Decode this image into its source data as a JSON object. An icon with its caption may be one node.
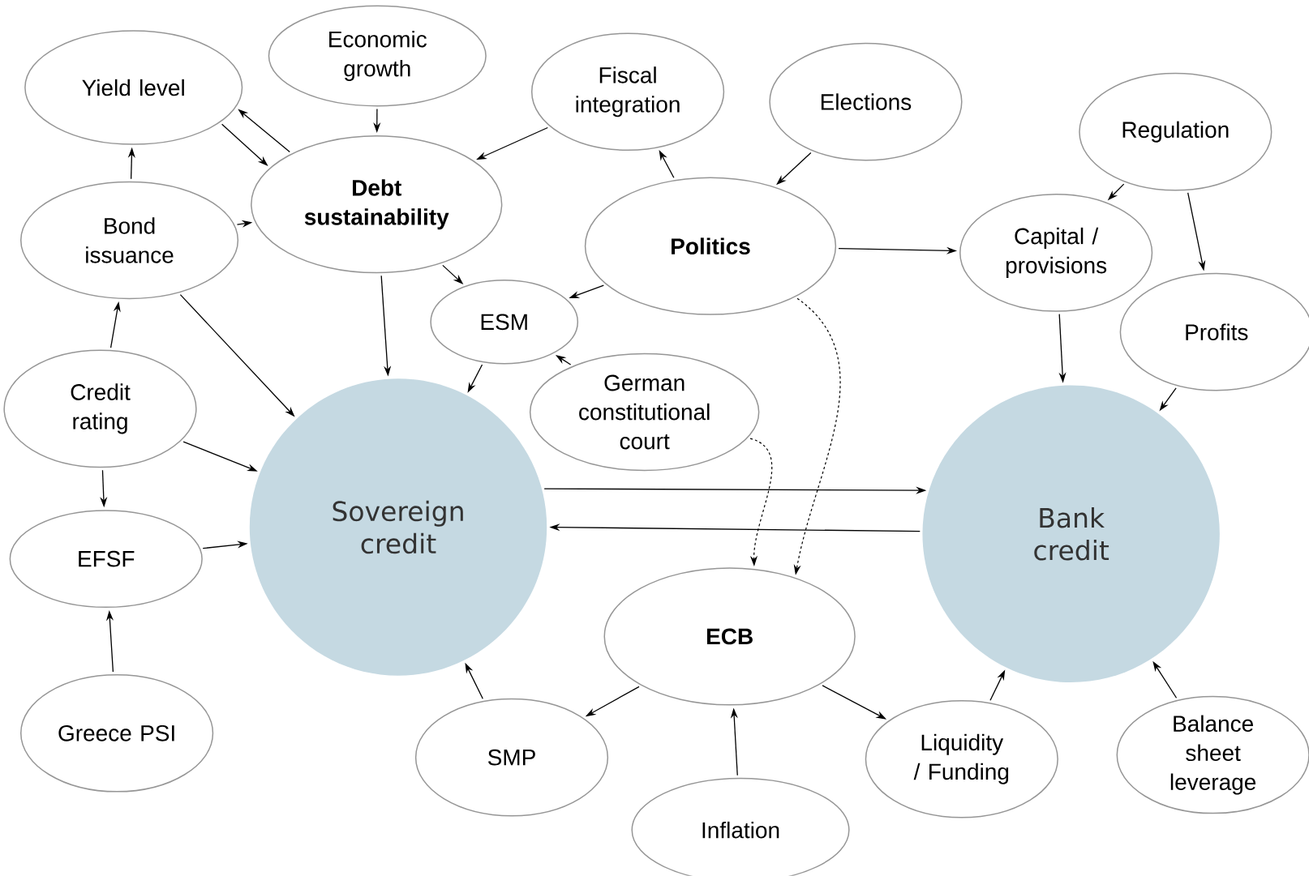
{
  "diagram": {
    "nodes": [
      {
        "text": [
          "Yield level"
        ]
      },
      {
        "text": [
          "Economic growth"
        ]
      },
      {
        "text": [
          "Fiscal integration"
        ]
      },
      {
        "text": [
          "Elections"
        ]
      },
      {
        "text": [
          "Regulation"
        ]
      },
      {
        "text": [
          "Debt sustainability"
        ]
      },
      {
        "text": [
          "Bond issuance"
        ]
      },
      {
        "text": [
          "Politics"
        ]
      },
      {
        "text": [
          "Capital / provisions"
        ]
      },
      {
        "text": [
          "ESM"
        ]
      },
      {
        "text": [
          "Profits"
        ]
      },
      {
        "text": [
          "Credit rating"
        ]
      },
      {
        "text": [
          "German constitutional court"
        ]
      },
      {
        "text": [
          "Sovereign credit"
        ]
      },
      {
        "text": [
          "Bank credit"
        ]
      },
      {
        "text": [
          "EFSF"
        ]
      },
      {
        "text": [
          "ECB"
        ]
      },
      {
        "text": [
          "Greece PSI"
        ]
      },
      {
        "text": [
          "SMP"
        ]
      },
      {
        "text": [
          "Liquidity / Funding"
        ]
      },
      {
        "text": [
          "Balance sheet leverage"
        ]
      },
      {
        "text": [
          "Inflation"
        ]
      }
    ],
    "edges": [
      {
        "from": 5,
        "to": 0,
        "arrow": "to"
      },
      {
        "from": 0,
        "to": 5,
        "arrow": "to"
      },
      {
        "from": 1,
        "to": 5,
        "arrow": "to"
      },
      {
        "from": 2,
        "to": 5,
        "arrow": "to"
      },
      {
        "from": 7,
        "to": 2,
        "arrow": "to"
      },
      {
        "from": 3,
        "to": 7,
        "arrow": "to"
      },
      {
        "from": 4,
        "to": 8,
        "arrow": "to"
      },
      {
        "from": 4,
        "to": 10,
        "arrow": "to"
      },
      {
        "from": 6,
        "to": 0,
        "arrow": "to"
      },
      {
        "from": 6,
        "to": 5,
        "arrow": "to"
      },
      {
        "from": 5,
        "to": 9,
        "arrow": "to"
      },
      {
        "from": 5,
        "to": 13,
        "arrow": "to"
      },
      {
        "from": 6,
        "to": 13,
        "arrow": "to"
      },
      {
        "from": 7,
        "to": 9,
        "arrow": "to"
      },
      {
        "from": 7,
        "to": 8,
        "arrow": "to"
      },
      {
        "from": 7,
        "to": 16,
        "arrow": "to",
        "style": "dashed"
      },
      {
        "from": 8,
        "to": 14,
        "arrow": "to"
      },
      {
        "from": 10,
        "to": 14,
        "arrow": "to"
      },
      {
        "from": 11,
        "to": 6,
        "arrow": "to"
      },
      {
        "from": 11,
        "to": 13,
        "arrow": "to"
      },
      {
        "from": 11,
        "to": 15,
        "arrow": "to"
      },
      {
        "from": 9,
        "to": 13,
        "arrow": "to"
      },
      {
        "from": 12,
        "to": 9,
        "arrow": "to"
      },
      {
        "from": 12,
        "to": 16,
        "arrow": "to",
        "style": "dashed"
      },
      {
        "from": 13,
        "to": 14,
        "arrow": "to"
      },
      {
        "from": 14,
        "to": 13,
        "arrow": "to"
      },
      {
        "from": 15,
        "to": 13,
        "arrow": "to"
      },
      {
        "from": 17,
        "to": 15,
        "arrow": "to"
      },
      {
        "from": 18,
        "to": 13,
        "arrow": "to"
      },
      {
        "from": 16,
        "to": 18,
        "arrow": "to"
      },
      {
        "from": 16,
        "to": 19,
        "arrow": "to"
      },
      {
        "from": 21,
        "to": 16,
        "arrow": "to"
      },
      {
        "from": 19,
        "to": 14,
        "arrow": "to"
      },
      {
        "from": 20,
        "to": 14,
        "arrow": "to"
      }
    ]
  }
}
